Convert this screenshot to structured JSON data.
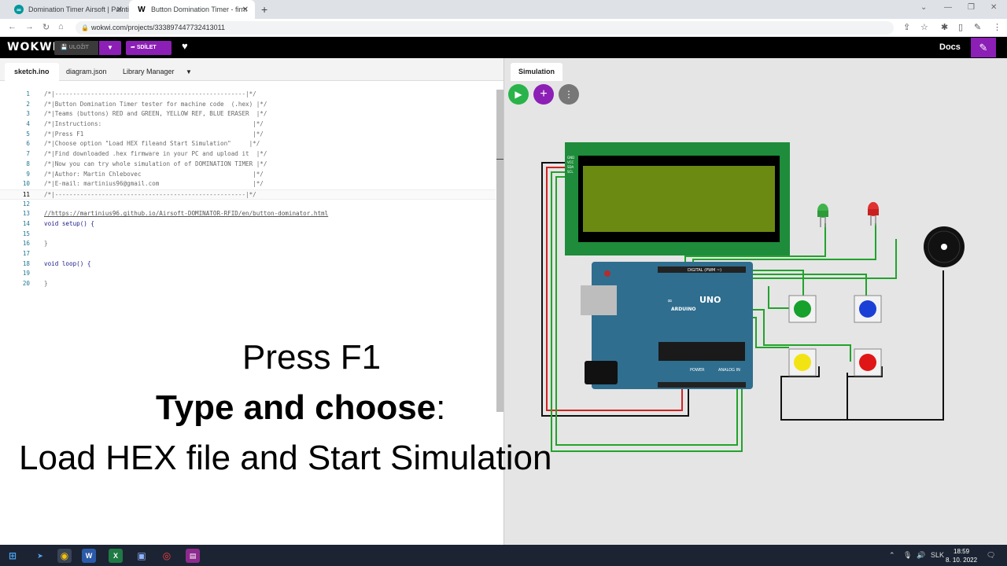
{
  "browser": {
    "tabs": [
      {
        "title": "Domination Timer Airsoft | Painti",
        "close": "✕"
      },
      {
        "title": "Button Domination Timer - firm",
        "close": "✕"
      }
    ],
    "new_tab": "+",
    "url": "wokwi.com/projects/333897447732413011"
  },
  "header": {
    "logo": "WOKWI",
    "save_label": "ULOŽIT",
    "share_label": "SDÍLET",
    "docs_label": "Docs"
  },
  "editor": {
    "tabs": [
      "sketch.ino",
      "diagram.json",
      "Library Manager"
    ],
    "lines": [
      {
        "n": "1",
        "t": "/*|-----------------------------------------------------|*/"
      },
      {
        "n": "2",
        "t": "/*|Button Domination Timer tester for machine code  (.hex) |*/"
      },
      {
        "n": "3",
        "t": "/*|Teams (buttons) RED and GREEN, YELLOW REF, BLUE ERASER  |*/"
      },
      {
        "n": "4",
        "t": "/*|Instructions:                                          |*/"
      },
      {
        "n": "5",
        "t": "/*|Press F1                                               |*/"
      },
      {
        "n": "6",
        "t": "/*|Choose option \"Load HEX fileand Start Simulation\"     |*/"
      },
      {
        "n": "7",
        "t": "/*|Find downloaded .hex firmware in your PC and upload it  |*/"
      },
      {
        "n": "8",
        "t": "/*|Now you can try whole simulation of of DOMINATION TIMER |*/"
      },
      {
        "n": "9",
        "t": "/*|Author: Martin Chlebovec                               |*/"
      },
      {
        "n": "10",
        "t": "/*|E-mail: martinius96@gmail.com                          |*/"
      },
      {
        "n": "11",
        "t": "/*|-----------------------------------------------------|*/"
      },
      {
        "n": "12",
        "t": ""
      },
      {
        "n": "13",
        "t": "//https://martinius96.github.io/Airsoft-DOMINATOR-RFID/en/button-dominator.html"
      },
      {
        "n": "14",
        "t": "void setup() {"
      },
      {
        "n": "15",
        "t": ""
      },
      {
        "n": "16",
        "t": "}"
      },
      {
        "n": "17",
        "t": ""
      },
      {
        "n": "18",
        "t": "void loop() {"
      },
      {
        "n": "19",
        "t": ""
      },
      {
        "n": "20",
        "t": "}"
      }
    ]
  },
  "overlay": {
    "line1": "Press F1",
    "line2_bold": "Type and choose",
    "line2_rest": ":",
    "line3": "Load HEX file and Start Simulation"
  },
  "simulation": {
    "tab": "Simulation",
    "board_brand": "ARDUINO",
    "board_model": "UNO",
    "digital_label": "DIGITAL (PWM ~)",
    "analog_label": "ANALOG IN",
    "power_label": "POWER",
    "lcd_pins": [
      "GND",
      "VCC",
      "SDA",
      "SCL"
    ],
    "buttons": [
      {
        "color": "#16a02c"
      },
      {
        "color": "#1a3fd6"
      },
      {
        "color": "#f2e412"
      },
      {
        "color": "#e01616"
      }
    ]
  },
  "taskbar": {
    "lang": "SLK",
    "time": "18:59",
    "date": "8. 10. 2022"
  }
}
